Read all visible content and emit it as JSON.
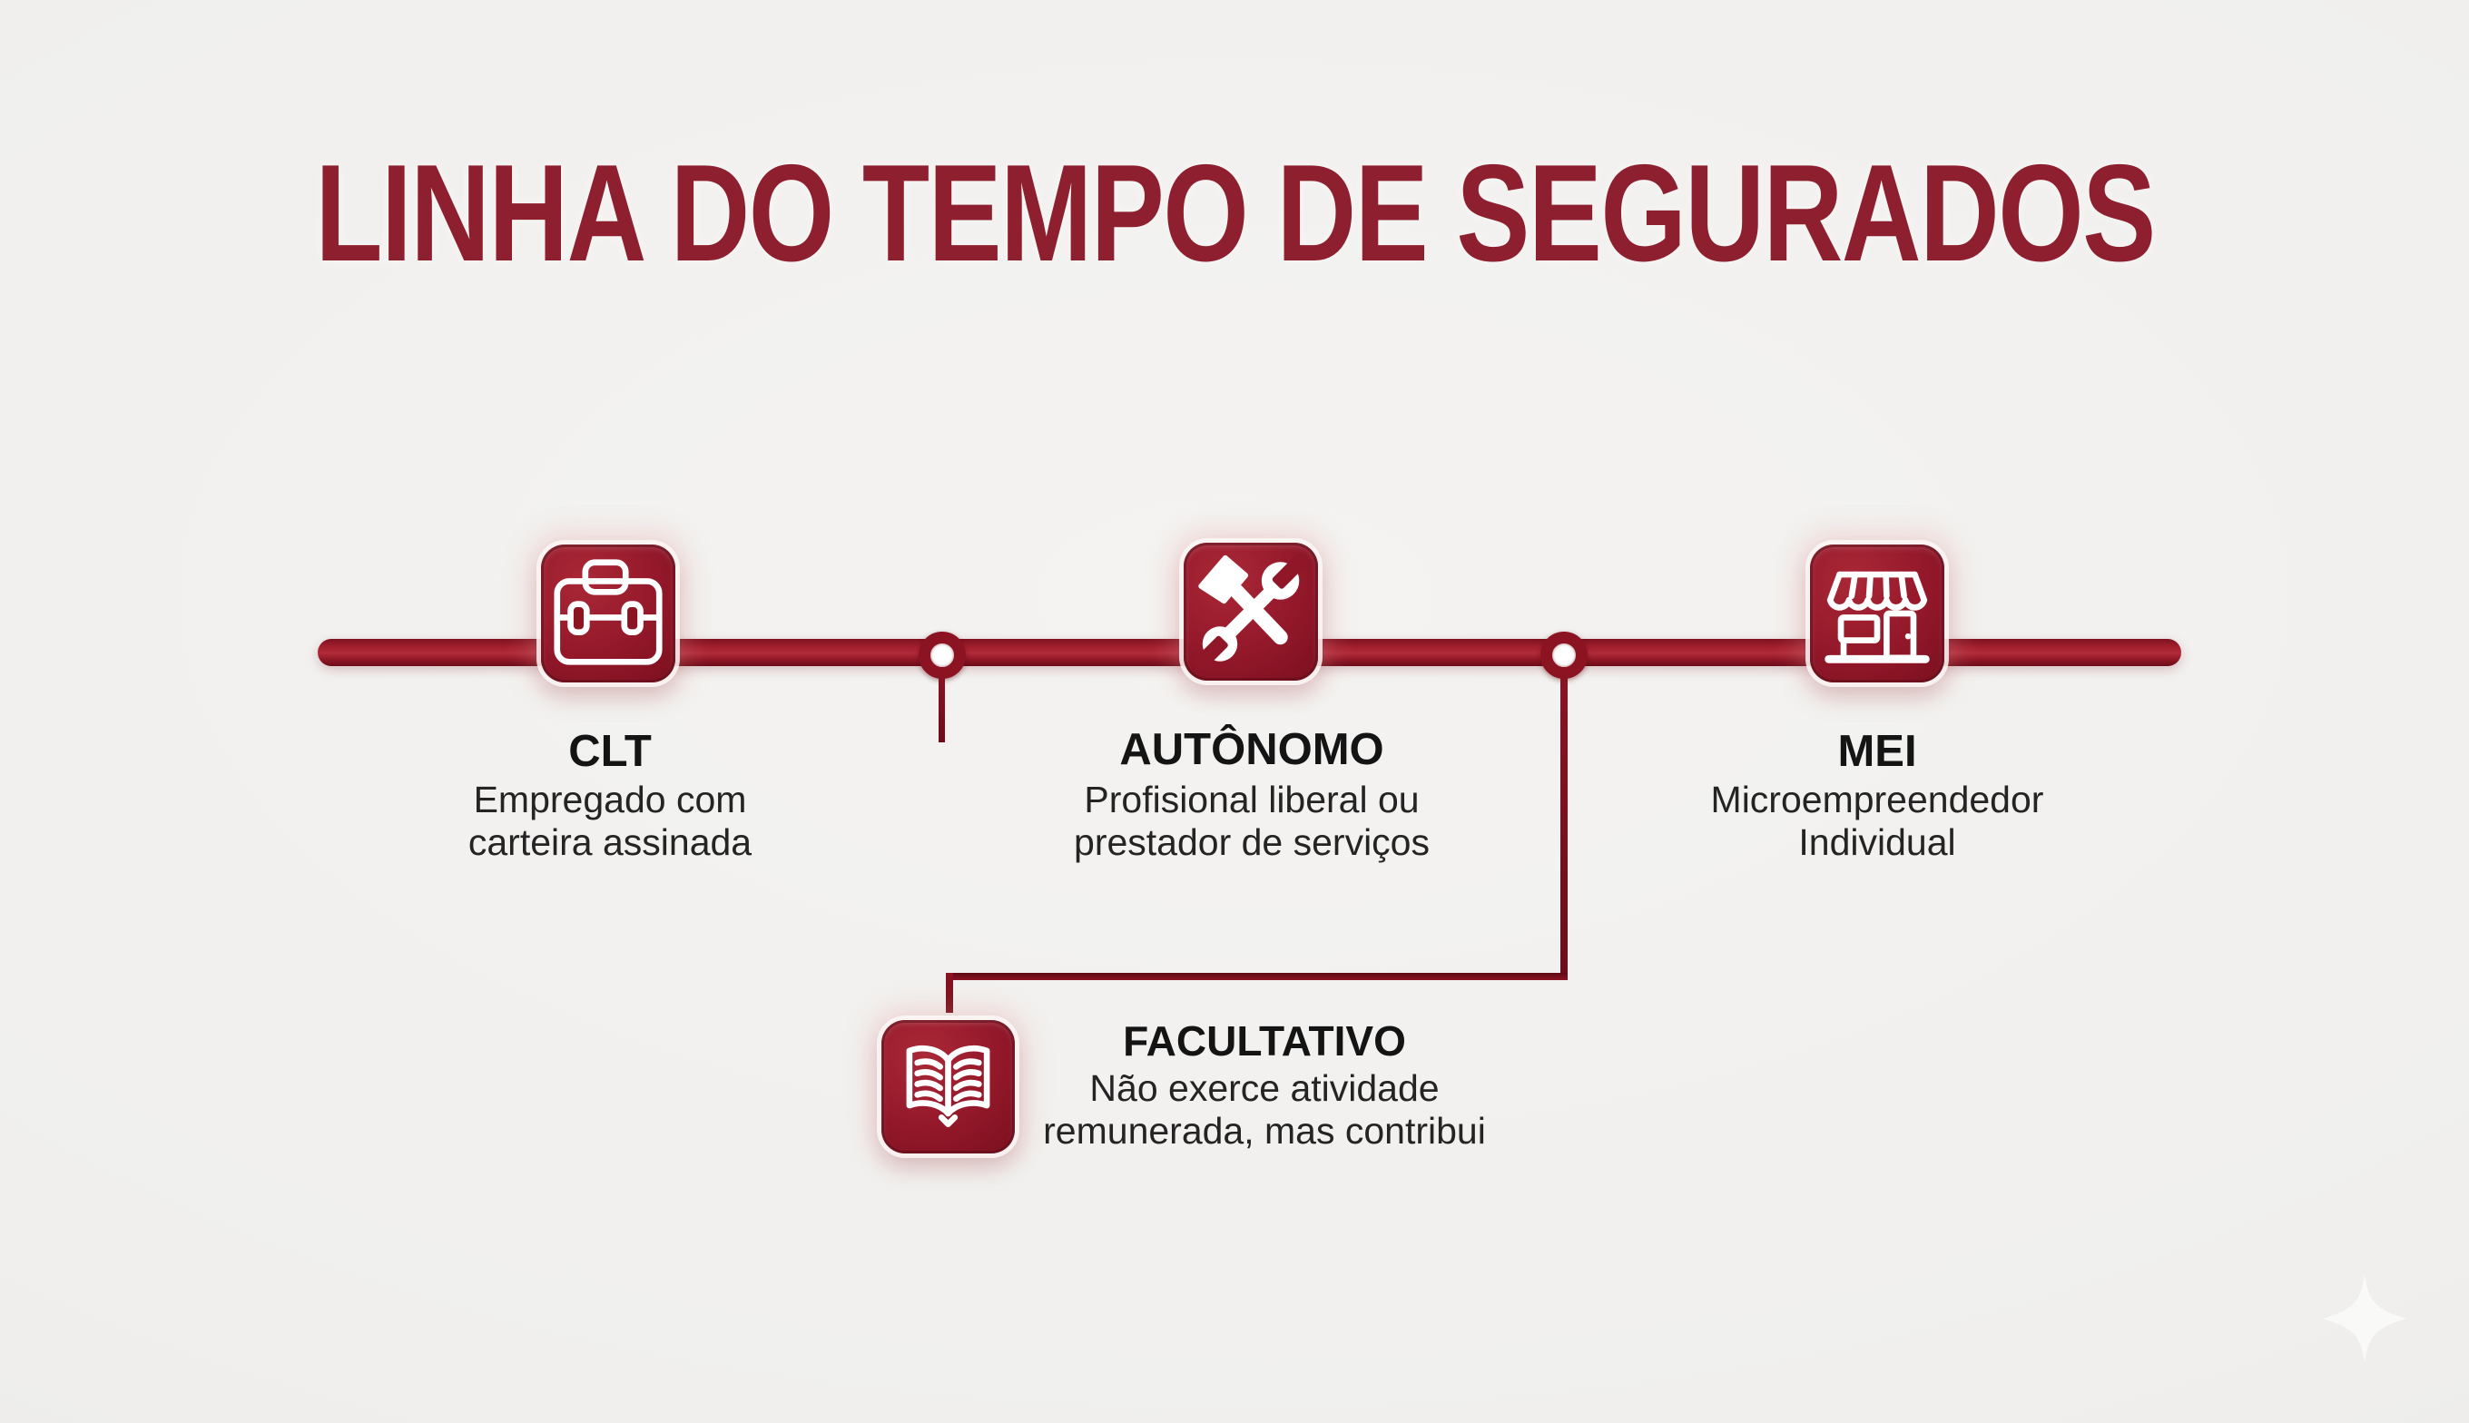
{
  "title": "LINHA DO TEMPO DE SEGURADOS",
  "theme": {
    "accent_red": "#8d1f2e",
    "bar_red": "#a31f2f",
    "tile_red": "#911829",
    "connector_red": "#7a0f1d",
    "background": "#f0efed",
    "text_dark": "#1a1a1a"
  },
  "timeline": {
    "nodes": [
      {
        "label": "CLT",
        "icon": "briefcase-icon",
        "desc_line1": "Empregado com",
        "desc_line2": "carteira assinada"
      },
      {
        "label": "AUTÔNOMO",
        "icon": "tools-icon",
        "desc_line1": "Profisional liberal ou",
        "desc_line2": "prestador de serviços"
      },
      {
        "label": "MEI",
        "icon": "store-icon",
        "desc_line1": "Microempreendedor",
        "desc_line2": "Individual"
      }
    ],
    "branch_node": {
      "label": "FACULTATIVO",
      "icon": "open-book-icon",
      "desc_line1": "Não exerce atividade",
      "desc_line2": "remunerada, mas contribui"
    }
  },
  "decor": {
    "sparkle": "four-point-star-icon"
  }
}
